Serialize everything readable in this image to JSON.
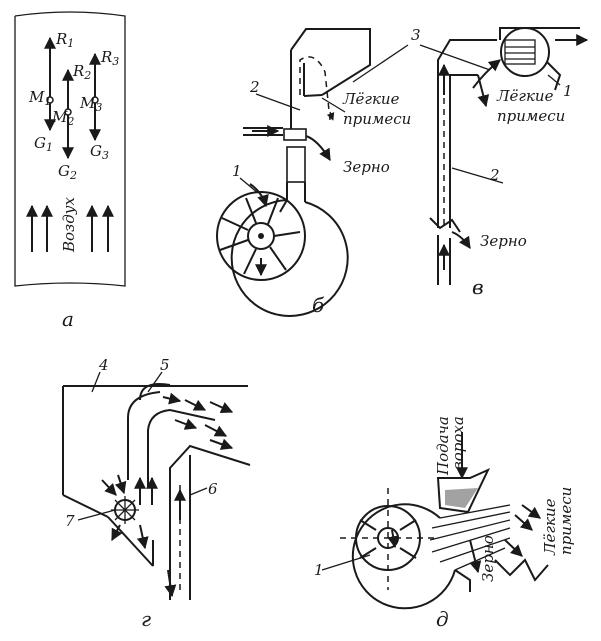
{
  "panel_a": {
    "caption": "а",
    "forces": {
      "r1": "R",
      "r1_sub": "1",
      "r2": "R",
      "r2_sub": "2",
      "r3": "R",
      "r3_sub": "3",
      "m1": "M",
      "m1_sub": "1",
      "m2": "M",
      "m2_sub": "2",
      "m3": "M",
      "m3_sub": "3",
      "g1": "G",
      "g1_sub": "1",
      "g2": "G",
      "g2_sub": "2",
      "g3": "G",
      "g3_sub": "3"
    },
    "air": "Воздух"
  },
  "panel_b": {
    "caption": "б",
    "num1": "1",
    "num2": "2",
    "light1": "Лёгкие",
    "light2": "примеси",
    "grain": "Зерно"
  },
  "panel_v": {
    "caption": "в",
    "num3": "3",
    "num1": "1",
    "num2": "2",
    "light1": "Лёгкие",
    "light2": "примеси",
    "grain": "Зерно"
  },
  "panel_g": {
    "caption": "г",
    "num4": "4",
    "num5": "5",
    "num6": "6",
    "num7": "7"
  },
  "panel_d": {
    "caption": "д",
    "num1": "1",
    "feed1": "Подача",
    "feed2": "вороха",
    "light1": "Лёгкие",
    "light2": "примеси",
    "grain": "Зерно"
  }
}
